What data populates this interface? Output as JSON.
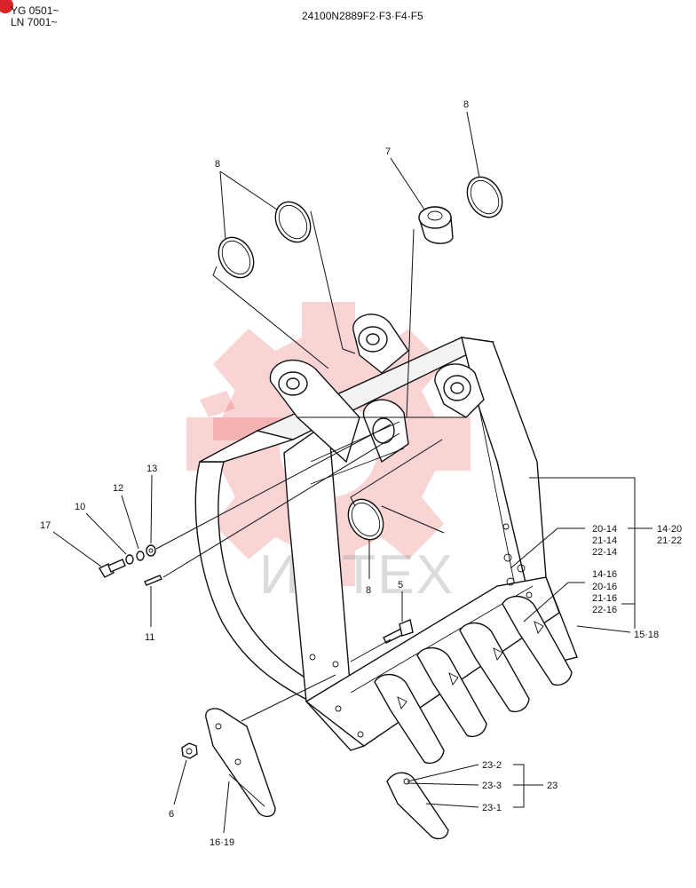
{
  "header": {
    "serial_line_1": "YG 0501~",
    "serial_line_2": "LN 7001~",
    "part_number": "24100N2889F2·F3·F4·F5"
  },
  "watermark": {
    "text": "ИНТЕХ",
    "color": "#e23a3a"
  },
  "callouts": {
    "c8a": "8",
    "c8b": "8",
    "c8c": "8",
    "c7": "7",
    "c13": "13",
    "c12": "12",
    "c10": "10",
    "c17": "17",
    "c11": "11",
    "c5": "5",
    "c6": "6",
    "c16_19": "16·19",
    "c20_14": "20-14",
    "c21_14": "21-14",
    "c22_14": "22-14",
    "c14_20": "14·20",
    "c21_22": "21·22",
    "c14_16": "14-16",
    "c20_16": "20-16",
    "c21_16": "21-16",
    "c22_16": "22-16",
    "c15_18": "15·18",
    "c23_2": "23-2",
    "c23_3": "23-3",
    "c23_1": "23-1",
    "c23": "23"
  }
}
